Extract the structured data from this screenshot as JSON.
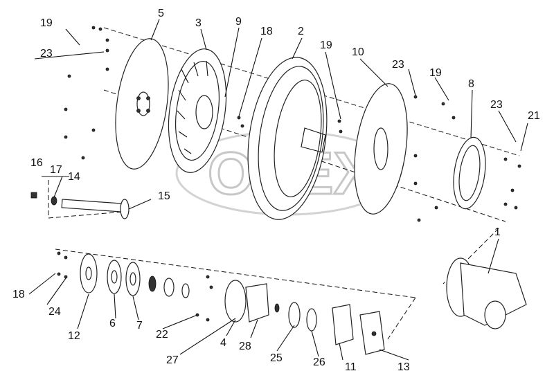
{
  "watermark": "OPEX",
  "labels": [
    "19",
    "5",
    "3",
    "9",
    "18",
    "2",
    "19",
    "10",
    "23",
    "19",
    "8",
    "23",
    "21",
    "23",
    "16",
    "17",
    "14",
    "15",
    "1",
    "18",
    "24",
    "12",
    "6",
    "7",
    "22",
    "27",
    "4",
    "28",
    "25",
    "26",
    "11",
    "13"
  ]
}
